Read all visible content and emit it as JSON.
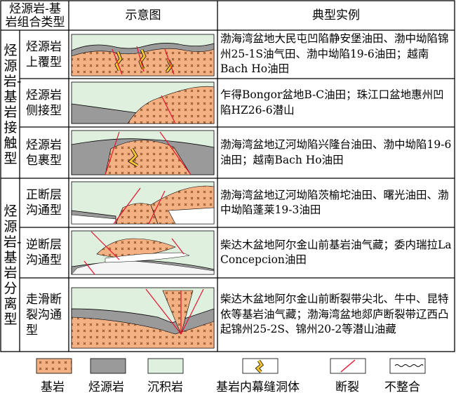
{
  "header": {
    "col1": "烃源岩-基岩组合类型",
    "col2": "示意图",
    "col3": "典型实例"
  },
  "groups": [
    {
      "label": "烃源岩-基岩接触型"
    },
    {
      "label": "烃源岩-基岩分离型"
    }
  ],
  "rows": [
    {
      "type": "烃源岩上覆型",
      "example": "渤海湾盆地大民屯凹陷静安堡油田、渤中坳陷锦州25-1S油气田、渤中坳陷19-6油田；越南Bach Ho油田"
    },
    {
      "type": "烃源岩侧接型",
      "example": "乍得Bongor盆地B-C油田；珠江口盆地惠州凹陷HZ26-6潜山"
    },
    {
      "type": "烃源岩包裹型",
      "example": "渤海湾盆地辽河坳陷兴隆台油田、渤中坳陷19-6油田；越南Bach Ho油田"
    },
    {
      "type": "正断层沟通型",
      "example": "渤海湾盆地辽河坳陷茨榆坨油田、曙光油田、渤中坳陷蓬莱19-3油田"
    },
    {
      "type": "逆断层沟通型",
      "example": "柴达木盆地阿尔金山前基岩油气藏；委内瑞拉La Concepcion油田"
    },
    {
      "type": "走滑断裂沟通型",
      "example": "柴达木盆地阿尔金山前断裂带尖北、牛中、昆特依等基岩油气藏；渤海湾盆地郯庐断裂带辽西凸起锦州25-2S、锦州20-2等潜山油藏"
    }
  ],
  "legend": [
    {
      "label": "基岩",
      "icon": "bedrock-swatch"
    },
    {
      "label": "烃源岩",
      "icon": "source-rock-swatch"
    },
    {
      "label": "沉积岩",
      "icon": "sedimentary-rock-swatch"
    },
    {
      "label": "基岩内幕缝洞体",
      "icon": "fracture-cave-swatch"
    },
    {
      "label": "断裂",
      "icon": "fault-swatch"
    },
    {
      "label": "不整合",
      "icon": "unconformity-swatch"
    }
  ],
  "colors": {
    "bedrock": "#f4b183",
    "bedrock_mark": "#8a4b1e",
    "source_rock": "#9a9a9a",
    "sedimentary": "#dff0df",
    "cave": "#f7c531",
    "fault": "#e8112d"
  }
}
